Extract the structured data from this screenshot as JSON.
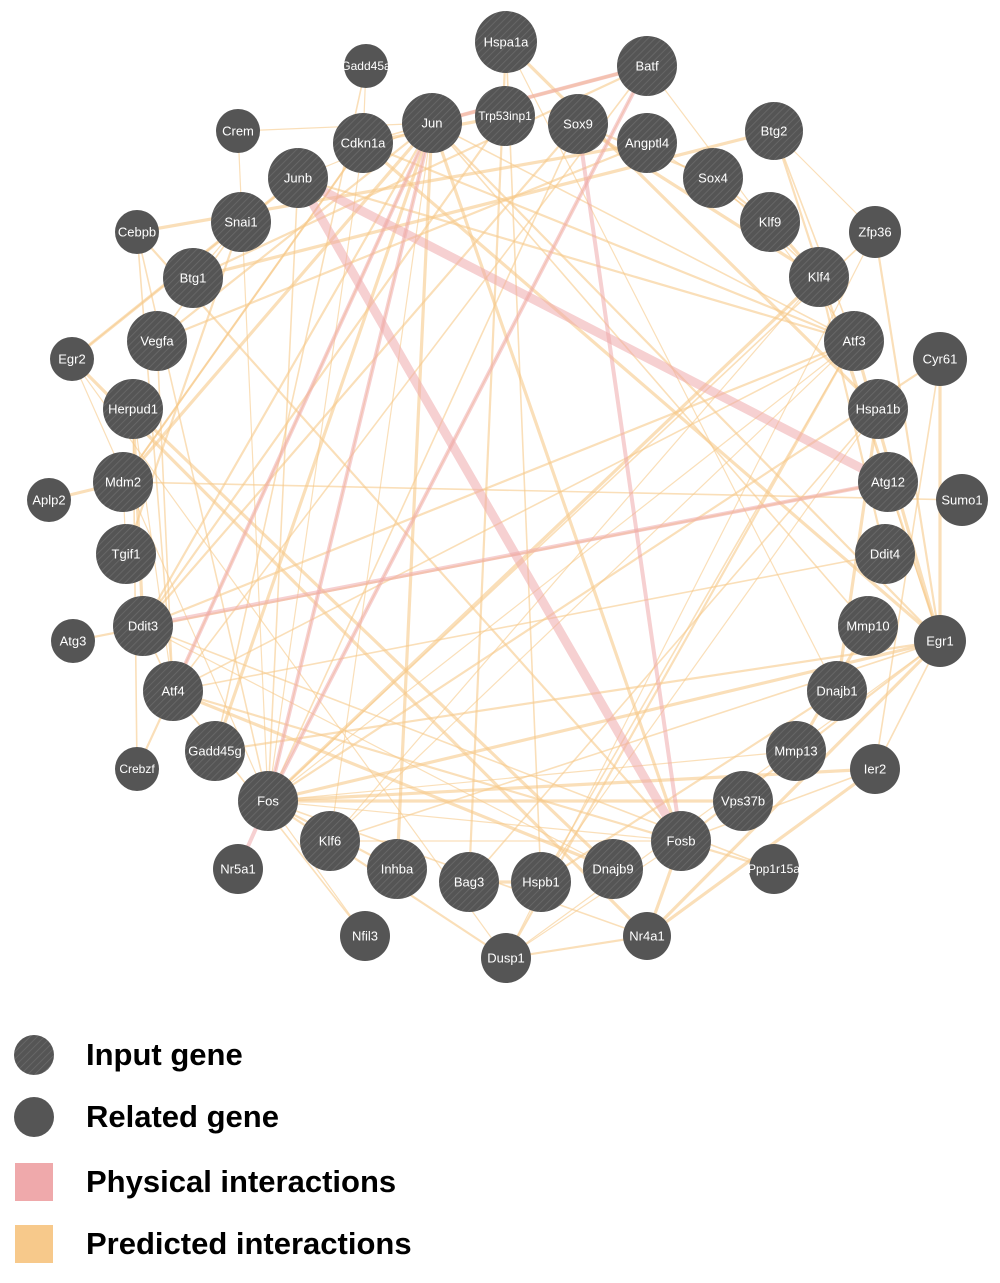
{
  "colors": {
    "node": "#555555",
    "physical": "#efa9ab",
    "predicted": "#f7c98b",
    "label": "#ffffff"
  },
  "nodes": [
    {
      "id": "Hspa1a",
      "type": "input"
    },
    {
      "id": "Batf",
      "type": "input"
    },
    {
      "id": "Gadd45a",
      "type": "related"
    },
    {
      "id": "Trp53inp1",
      "type": "input"
    },
    {
      "id": "Jun",
      "type": "input"
    },
    {
      "id": "Sox9",
      "type": "input"
    },
    {
      "id": "Crem",
      "type": "related"
    },
    {
      "id": "Cdkn1a",
      "type": "input"
    },
    {
      "id": "Angptl4",
      "type": "input"
    },
    {
      "id": "Btg2",
      "type": "input"
    },
    {
      "id": "Junb",
      "type": "input"
    },
    {
      "id": "Sox4",
      "type": "input"
    },
    {
      "id": "Snai1",
      "type": "input"
    },
    {
      "id": "Klf9",
      "type": "input"
    },
    {
      "id": "Zfp36",
      "type": "related"
    },
    {
      "id": "Cebpb",
      "type": "related"
    },
    {
      "id": "Btg1",
      "type": "input"
    },
    {
      "id": "Klf4",
      "type": "input"
    },
    {
      "id": "Vegfa",
      "type": "input"
    },
    {
      "id": "Atf3",
      "type": "input"
    },
    {
      "id": "Egr2",
      "type": "related"
    },
    {
      "id": "Cyr61",
      "type": "related"
    },
    {
      "id": "Herpud1",
      "type": "input"
    },
    {
      "id": "Hspa1b",
      "type": "input"
    },
    {
      "id": "Mdm2",
      "type": "input"
    },
    {
      "id": "Atg12",
      "type": "input"
    },
    {
      "id": "Aplp2",
      "type": "related"
    },
    {
      "id": "Sumo1",
      "type": "related"
    },
    {
      "id": "Tgif1",
      "type": "input"
    },
    {
      "id": "Ddit4",
      "type": "input"
    },
    {
      "id": "Ddit3",
      "type": "input"
    },
    {
      "id": "Mmp10",
      "type": "input"
    },
    {
      "id": "Atg3",
      "type": "related"
    },
    {
      "id": "Egr1",
      "type": "related"
    },
    {
      "id": "Atf4",
      "type": "input"
    },
    {
      "id": "Dnajb1",
      "type": "input"
    },
    {
      "id": "Gadd45g",
      "type": "input"
    },
    {
      "id": "Mmp13",
      "type": "input"
    },
    {
      "id": "Crebzf",
      "type": "related"
    },
    {
      "id": "Ier2",
      "type": "related"
    },
    {
      "id": "Fos",
      "type": "input"
    },
    {
      "id": "Vps37b",
      "type": "input"
    },
    {
      "id": "Klf6",
      "type": "input"
    },
    {
      "id": "Fosb",
      "type": "input"
    },
    {
      "id": "Nr5a1",
      "type": "related"
    },
    {
      "id": "Inhba",
      "type": "input"
    },
    {
      "id": "Dnajb9",
      "type": "input"
    },
    {
      "id": "Ppp1r15a",
      "type": "related"
    },
    {
      "id": "Bag3",
      "type": "input"
    },
    {
      "id": "Hspb1",
      "type": "input"
    },
    {
      "id": "Nfil3",
      "type": "related"
    },
    {
      "id": "Nr4a1",
      "type": "related"
    },
    {
      "id": "Dusp1",
      "type": "related"
    }
  ],
  "physical_edges": [
    [
      "Junb",
      "Atg12"
    ],
    [
      "Junb",
      "Fosb"
    ],
    [
      "Ddit3",
      "Atg12"
    ],
    [
      "Fos",
      "Batf"
    ],
    [
      "Atf4",
      "Jun"
    ],
    [
      "Fos",
      "Jun"
    ],
    [
      "Fosb",
      "Sox9"
    ],
    [
      "Fos",
      "Nr5a1"
    ],
    [
      "Jun",
      "Batf"
    ]
  ],
  "predicted_edges": [
    [
      "Jun",
      "Fos"
    ],
    [
      "Jun",
      "Atf4"
    ],
    [
      "Jun",
      "Ddit3"
    ],
    [
      "Jun",
      "Gadd45g"
    ],
    [
      "Jun",
      "Klf6"
    ],
    [
      "Jun",
      "Atf3"
    ],
    [
      "Jun",
      "Egr1"
    ],
    [
      "Jun",
      "Fosb"
    ],
    [
      "Jun",
      "Junb"
    ],
    [
      "Jun",
      "Cdkn1a"
    ],
    [
      "Jun",
      "Vegfa"
    ],
    [
      "Jun",
      "Mdm2"
    ],
    [
      "Batf",
      "Fos"
    ],
    [
      "Batf",
      "Atf4"
    ],
    [
      "Batf",
      "Btg1"
    ],
    [
      "Batf",
      "Jun"
    ],
    [
      "Batf",
      "Atf3"
    ],
    [
      "Sox9",
      "Fos"
    ],
    [
      "Sox9",
      "Ddit3"
    ],
    [
      "Sox9",
      "Klf4"
    ],
    [
      "Cdkn1a",
      "Fos"
    ],
    [
      "Cdkn1a",
      "Mdm2"
    ],
    [
      "Cdkn1a",
      "Atf3"
    ],
    [
      "Cdkn1a",
      "Egr1"
    ],
    [
      "Cdkn1a",
      "Gadd45a"
    ],
    [
      "Junb",
      "Fos"
    ],
    [
      "Junb",
      "Atf3"
    ],
    [
      "Junb",
      "Egr2"
    ],
    [
      "Atf3",
      "Fos"
    ],
    [
      "Atf3",
      "Atf4"
    ],
    [
      "Atf3",
      "Ddit3"
    ],
    [
      "Atf3",
      "Egr1"
    ],
    [
      "Atf3",
      "Klf6"
    ],
    [
      "Atf3",
      "Btg2"
    ],
    [
      "Atf3",
      "Dusp1"
    ],
    [
      "Fos",
      "Egr1"
    ],
    [
      "Fos",
      "Egr2"
    ],
    [
      "Fos",
      "Nr4a1"
    ],
    [
      "Fos",
      "Dusp1"
    ],
    [
      "Fos",
      "Ier2"
    ],
    [
      "Fos",
      "Fosb"
    ],
    [
      "Fos",
      "Zfp36"
    ],
    [
      "Fos",
      "Cyr61"
    ],
    [
      "Fos",
      "Klf4"
    ],
    [
      "Fos",
      "Crem"
    ],
    [
      "Fos",
      "Cebpb"
    ],
    [
      "Fosb",
      "Egr1"
    ],
    [
      "Fosb",
      "Nr4a1"
    ],
    [
      "Fosb",
      "Dusp1"
    ],
    [
      "Fosb",
      "Ier2"
    ],
    [
      "Fosb",
      "Cebpb"
    ],
    [
      "Egr1",
      "Nr4a1"
    ],
    [
      "Egr1",
      "Dusp1"
    ],
    [
      "Egr1",
      "Ier2"
    ],
    [
      "Egr1",
      "Zfp36"
    ],
    [
      "Egr1",
      "Cyr61"
    ],
    [
      "Egr1",
      "Klf4"
    ],
    [
      "Egr1",
      "Klf6"
    ],
    [
      "Egr1",
      "Btg2"
    ],
    [
      "Egr2",
      "Nr4a1"
    ],
    [
      "Egr2",
      "Dusp1"
    ],
    [
      "Atf4",
      "Ddit3"
    ],
    [
      "Atf4",
      "Ppp1r15a"
    ],
    [
      "Atf4",
      "Dnajb9"
    ],
    [
      "Atf4",
      "Herpud1"
    ],
    [
      "Atf4",
      "Vegfa"
    ],
    [
      "Atf4",
      "Crebzf"
    ],
    [
      "Ddit3",
      "Herpud1"
    ],
    [
      "Ddit3",
      "Dnajb9"
    ],
    [
      "Ddit3",
      "Ppp1r15a"
    ],
    [
      "Ddit3",
      "Trp53inp1"
    ],
    [
      "Hspa1a",
      "Hspa1b"
    ],
    [
      "Hspa1a",
      "Dnajb1"
    ],
    [
      "Hspa1a",
      "Hspb1"
    ],
    [
      "Hspa1a",
      "Bag3"
    ],
    [
      "Hspa1b",
      "Dnajb1"
    ],
    [
      "Hspa1b",
      "Hspb1"
    ],
    [
      "Hspa1b",
      "Bag3"
    ],
    [
      "Dnajb1",
      "Hspb1"
    ],
    [
      "Bag3",
      "Hspb1"
    ],
    [
      "Mdm2",
      "Tgif1"
    ],
    [
      "Mdm2",
      "Sumo1"
    ],
    [
      "Mdm2",
      "Cdkn1a"
    ],
    [
      "Klf4",
      "Klf9"
    ],
    [
      "Klf4",
      "Klf6"
    ],
    [
      "Klf4",
      "Sox4"
    ],
    [
      "Klf9",
      "Sox4"
    ],
    [
      "Btg1",
      "Btg2"
    ],
    [
      "Btg1",
      "Snai1"
    ],
    [
      "Snai1",
      "Vegfa"
    ],
    [
      "Vegfa",
      "Angptl4"
    ],
    [
      "Angptl4",
      "Cebpb"
    ],
    [
      "Angptl4",
      "Klf9"
    ],
    [
      "Ddit4",
      "Atf4"
    ],
    [
      "Ddit4",
      "Klf4"
    ],
    [
      "Mmp10",
      "Mmp13"
    ],
    [
      "Mmp13",
      "Fos"
    ],
    [
      "Mmp10",
      "Jun"
    ],
    [
      "Inhba",
      "Fos"
    ],
    [
      "Inhba",
      "Jun"
    ],
    [
      "Nfil3",
      "Fos"
    ],
    [
      "Nfil3",
      "Atf4"
    ],
    [
      "Atg3",
      "Atg12"
    ],
    [
      "Aplp2",
      "Mdm2"
    ],
    [
      "Crem",
      "Jun"
    ],
    [
      "Gadd45a",
      "Gadd45g"
    ],
    [
      "Gadd45g",
      "Egr1"
    ],
    [
      "Vps37b",
      "Fos"
    ],
    [
      "Zfp36",
      "Dusp1"
    ],
    [
      "Cyr61",
      "Ier2"
    ],
    [
      "Tgif1",
      "Snai1"
    ],
    [
      "Herpud1",
      "Dnajb9"
    ],
    [
      "Egr2",
      "Junb"
    ],
    [
      "Cebpb",
      "Atf4"
    ],
    [
      "Sox4",
      "Sox9"
    ],
    [
      "Trp53inp1",
      "Cdkn1a"
    ],
    [
      "Klf6",
      "Fosb"
    ],
    [
      "Hspb1",
      "Atf3"
    ],
    [
      "Dusp1",
      "Nr4a1"
    ],
    [
      "Ier2",
      "Nr4a1"
    ],
    [
      "Btg2",
      "Zfp36"
    ],
    [
      "Crebzf",
      "Herpud1"
    ]
  ],
  "legend": [
    {
      "symbol": "input",
      "label": "Input gene"
    },
    {
      "symbol": "related",
      "label": "Related gene"
    },
    {
      "symbol": "physical",
      "label": "Physical interactions"
    },
    {
      "symbol": "predicted",
      "label": "Predicted interactions"
    }
  ]
}
